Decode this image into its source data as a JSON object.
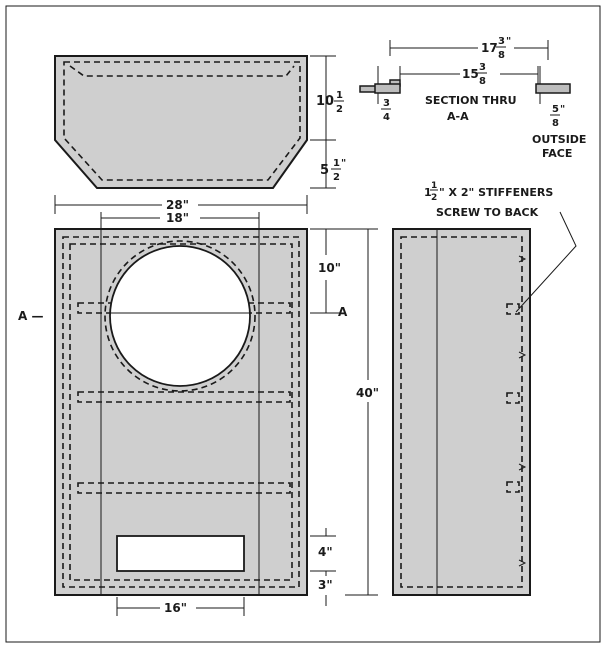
{
  "title": "",
  "dimensions": {
    "overall_width": "28\"",
    "hole_centers": "18\"",
    "port_width": "16\"",
    "height": "40\"",
    "top_to_hole": "10\"",
    "port_height": "4\"",
    "port_offset": "3\"",
    "top_panel_depth_whole": "10",
    "top_panel_depth_num": "1",
    "top_panel_depth_den": "2",
    "top_panel_bevel_whole": "5",
    "top_panel_bevel_num": "1",
    "top_panel_bevel_den": "2",
    "top_panel_bevel_inch": "\"",
    "section_outer_whole": "17",
    "section_outer_num": "3",
    "section_outer_den": "8",
    "section_inner_whole": "15",
    "section_inner_num": "3",
    "section_inner_den": "8",
    "section_thick_num": "3",
    "section_thick_den": "4",
    "section_rabbet_num": "5",
    "section_rabbet_den": "8"
  },
  "labels": {
    "section_title_line1": "SECTION THRU",
    "section_title_line2": "A-A",
    "outside_face_line1": "OUTSIDE",
    "outside_face_line2": "FACE",
    "stiffeners_prefix": "1",
    "stiffeners_frac_num": "1",
    "stiffeners_frac_den": "2",
    "stiffeners_rest": "\" X 2\" STIFFENERS",
    "stiffeners_line2": "SCREW TO BACK",
    "section_marker_left": "A —",
    "section_marker_right": "A"
  }
}
